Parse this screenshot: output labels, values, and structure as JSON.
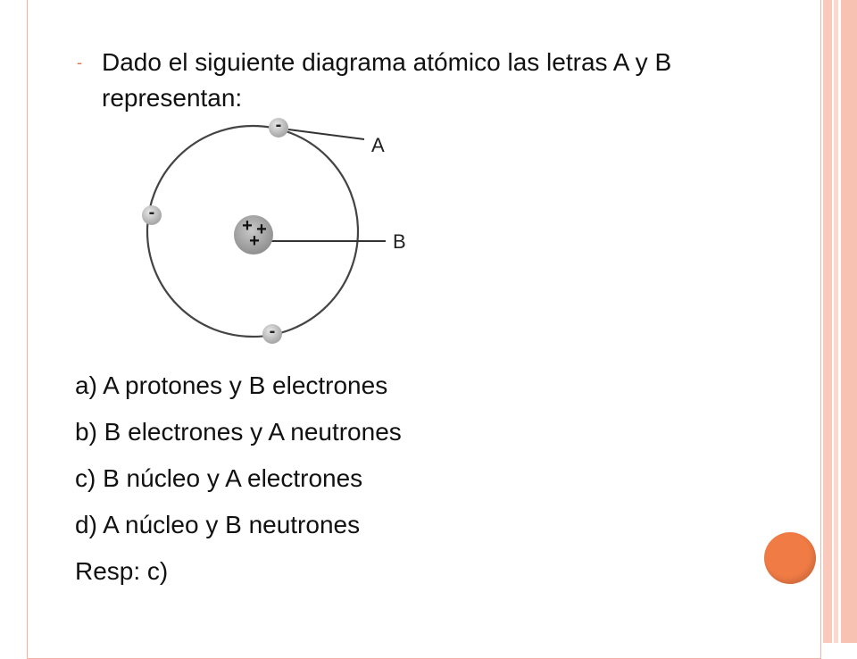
{
  "question": {
    "bullet": "-",
    "text": "Dado el siguiente diagrama atómico las letras A y B representan:"
  },
  "diagram": {
    "label_a": "A",
    "label_b": "B",
    "electron_sign": "-",
    "nucleus_signs": [
      "+",
      "+",
      "+"
    ]
  },
  "options": [
    "a) A protones y B electrones",
    "b) B electrones y A neutrones",
    "c) B núcleo y A electrones",
    "d) A núcleo y B neutrones"
  ],
  "answer": "Resp: c)",
  "colors": {
    "accent": "#f07b45",
    "stripe": "#f9c9bb",
    "border": "#f3b3a3"
  }
}
